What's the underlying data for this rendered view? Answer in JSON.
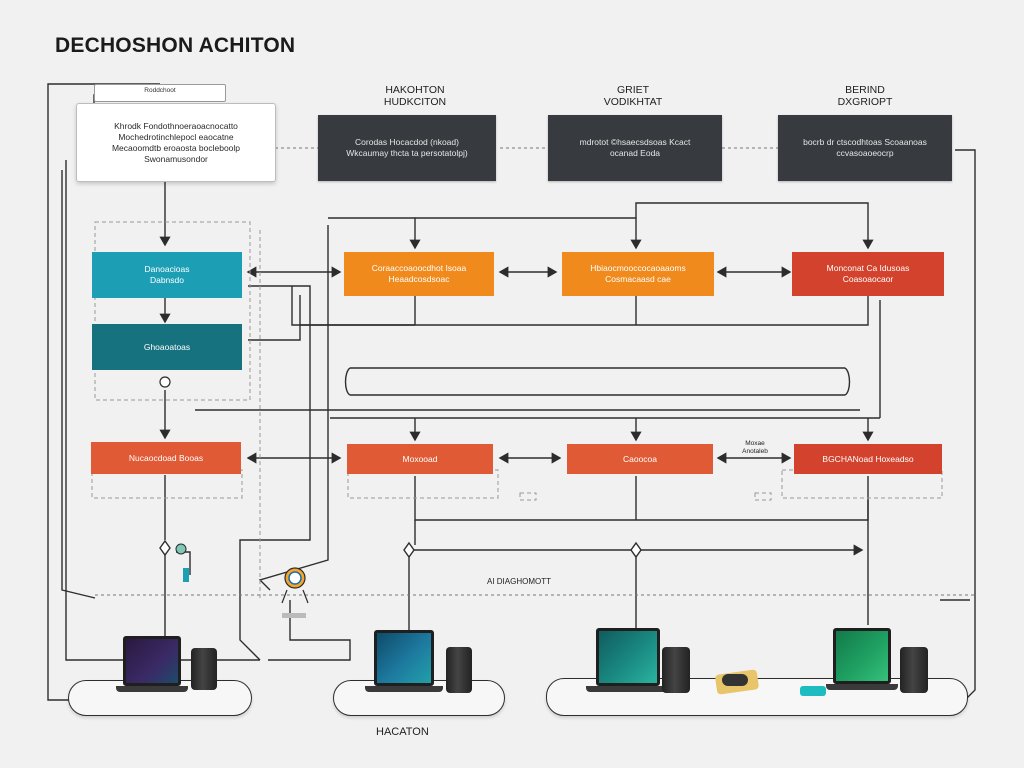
{
  "title": "DECHOSHON ACHITON",
  "columns": [
    {
      "line1": "HAKOHTON",
      "line2": "HUDKCITON"
    },
    {
      "line1": "GRIET",
      "line2": "VODIKHTAT"
    },
    {
      "line1": "BERIND",
      "line2": "DXGRIOPT"
    }
  ],
  "tag_label": "Roddchoot",
  "note_box": {
    "line1": "Khrodk Fondothnoeraoacnocatto",
    "line2": "Mochedrotinchlepocl eaocatne",
    "line3": "Mecaoomdtb eroaosta bocleboolp",
    "line4": "Swonamusondor"
  },
  "dark_boxes": [
    {
      "line1": "Corodas Hocacdod (nkoad)",
      "line2": "Wkcaumay thcta ta persotatolpj)"
    },
    {
      "line1": "mdrotot ©hsaecsdsoas Kcact",
      "line2": "ocanad Eoda"
    },
    {
      "line1": "bocrb dr ctscodhtoas Scoaanoas",
      "line2": "ccvasoaoeocrp"
    }
  ],
  "left_teal": {
    "line1": "Danoacioas",
    "line2": "Dabnsdo"
  },
  "left_dteal": {
    "line1": "Ghoaoatoas"
  },
  "row1_boxes": [
    {
      "line1": "Coraaccoaoocdhot Isoaa",
      "line2": "Heaadcosdsoac"
    },
    {
      "line1": "Hbiaocmooccocaoaaoms",
      "line2": "Cosmacaasd cae"
    },
    {
      "line1": "Monconat Ca Idusoas",
      "line2": "Coasoaocaor"
    }
  ],
  "row2_left": {
    "line1": "Nucaocdoad Booas"
  },
  "row2_boxes": [
    {
      "line1": "Moxooad"
    },
    {
      "line1": "Caoocoa"
    },
    {
      "line1": "BGCHANoad Hoxeadso"
    }
  ],
  "small_label_right": {
    "line1": "Moxae",
    "line2": "Anotaleb"
  },
  "ai_label": "AI DIAGHOMOTT",
  "footer_label": "HACATON",
  "colors": {
    "teal": "#1c9fb5",
    "dark_teal": "#16727e",
    "orange": "#f08a1c",
    "red": "#d2422c",
    "dark_box": "#373b3f",
    "background": "#f1f1f1"
  }
}
